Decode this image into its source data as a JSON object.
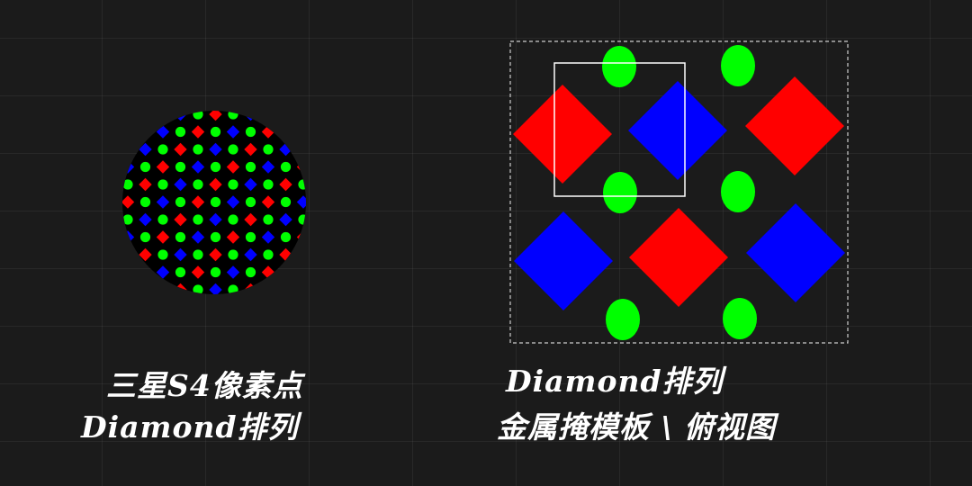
{
  "captions": {
    "left_line1": "三星S4像素点",
    "left_line2": "Diamond排列",
    "right_line1": "Diamond排列",
    "right_line2": "金属掩模板 \\ 俯视图"
  },
  "colors": {
    "background": "#1b1b1b",
    "red_subpixel": "#ff0000",
    "green_subpixel": "#00ff00",
    "blue_subpixel": "#0000ff",
    "lens_background": "#000000",
    "selection_box": "#ffffff",
    "dashed_frame": "#cccccc"
  },
  "icons": [
    "magnified-pixel-lens",
    "mask-top-view"
  ]
}
